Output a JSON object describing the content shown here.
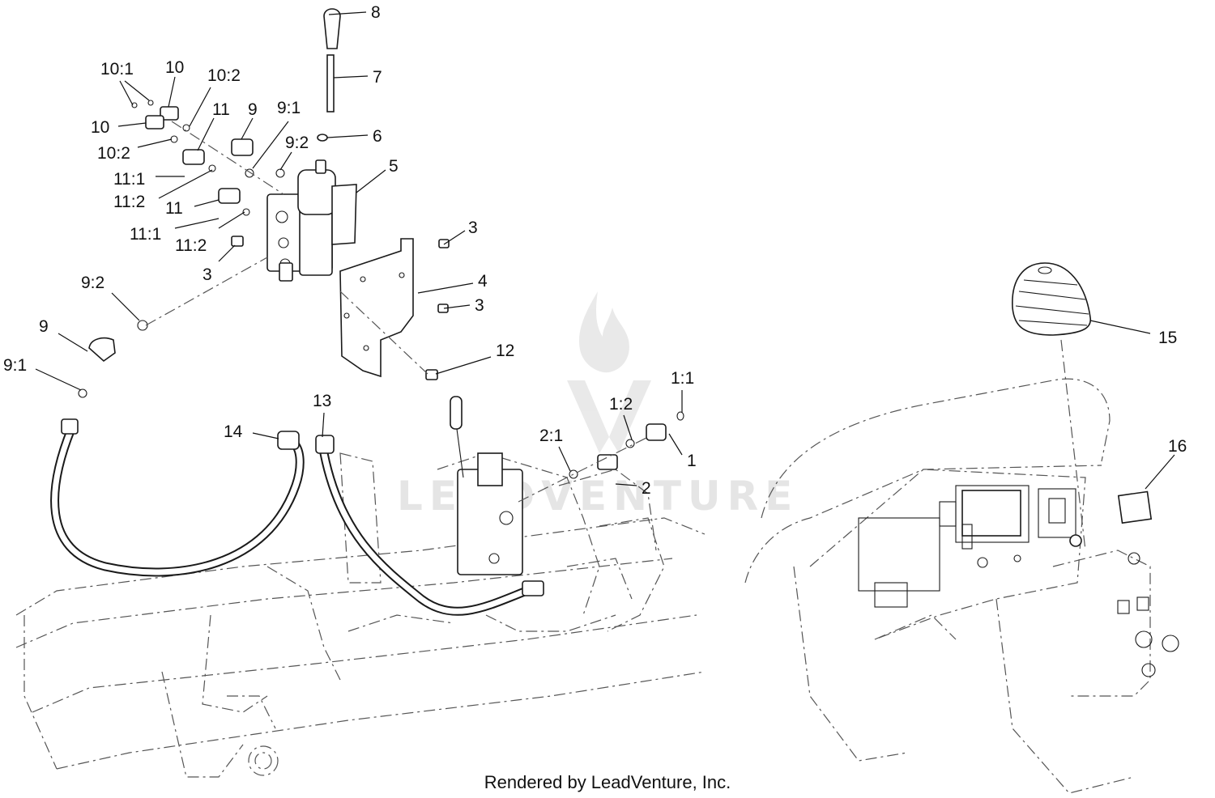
{
  "footer": {
    "rendered_by": "Rendered by LeadVenture, Inc."
  },
  "watermark": {
    "text": "LEADVENTURE"
  },
  "callouts": {
    "c1": "1",
    "c1_1": "1:1",
    "c1_2": "1:2",
    "c2": "2",
    "c2_1": "2:1",
    "c3a": "3",
    "c3b": "3",
    "c3c": "3",
    "c4": "4",
    "c5": "5",
    "c6": "6",
    "c7": "7",
    "c8": "8",
    "c9a": "9",
    "c9b": "9",
    "c9_1a": "9:1",
    "c9_1b": "9:1",
    "c9_2a": "9:2",
    "c9_2b": "9:2",
    "c10a": "10",
    "c10b": "10",
    "c10_1": "10:1",
    "c10_2a": "10:2",
    "c10_2b": "10:2",
    "c11a": "11",
    "c11b": "11",
    "c11_1a": "11:1",
    "c11_1b": "11:1",
    "c11_2a": "11:2",
    "c11_2b": "11:2",
    "c12": "12",
    "c13": "13",
    "c14": "14",
    "c15": "15",
    "c16": "16"
  }
}
